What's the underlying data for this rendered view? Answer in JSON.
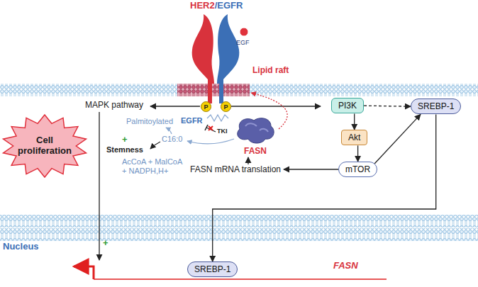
{
  "diagram": {
    "nodes": [
      {
        "text": [
          "P"
        ]
      },
      {
        "text": [
          "P"
        ]
      },
      {
        "text": [
          "PI3K"
        ]
      },
      {
        "text": [
          "SREBP-1"
        ]
      },
      {
        "text": [
          "Cell proliferation"
        ]
      },
      {
        "text": [
          "FASN"
        ]
      },
      {
        "text": [
          "Akt"
        ]
      },
      {
        "text": [
          "mTOR"
        ]
      },
      {
        "text": [
          "SREBP-1"
        ]
      }
    ],
    "edges": [
      {
        "from": 2,
        "to": 6,
        "arrow": "to"
      },
      {
        "from": 6,
        "to": 7,
        "arrow": "to"
      },
      {
        "from": 2,
        "to": 3,
        "arrow": "to"
      },
      {
        "from": 7,
        "to": 3,
        "arrow": "to"
      },
      {
        "from": 3,
        "to": 8,
        "arrow": "to"
      }
    ],
    "labels": [
      "HER2",
      "/EGFR",
      "EGF",
      "Lipid raft",
      "MAPK pathway",
      "Palmitoylated",
      "EGFR",
      "TKI",
      "C16:0",
      "+",
      "Stemness",
      "AcCoA + MalCoA + NADPH,H+",
      "FASN mRNA translation",
      "+",
      "Nucleus",
      "FASN"
    ]
  }
}
